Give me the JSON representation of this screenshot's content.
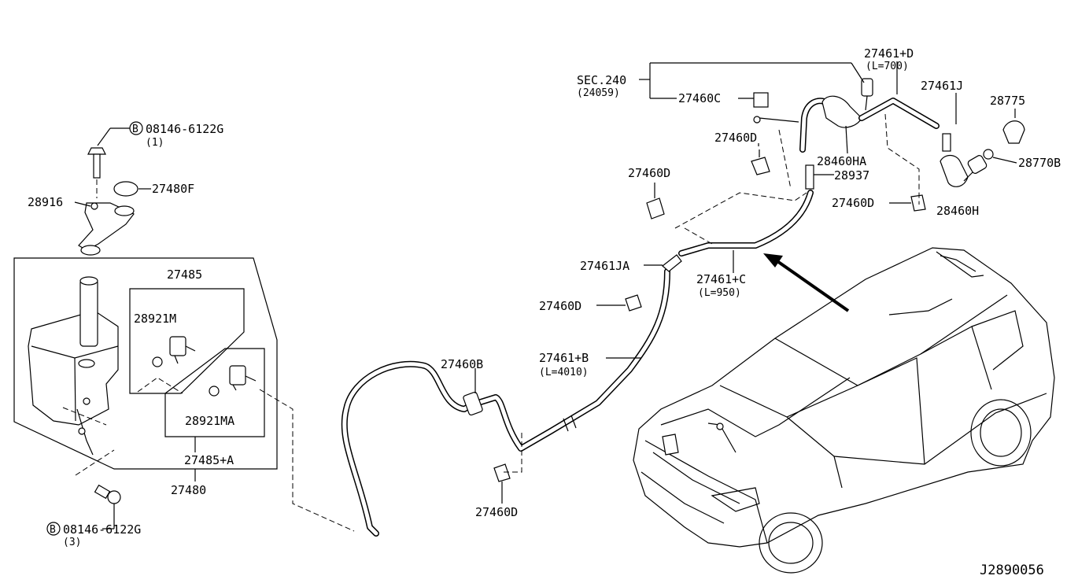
{
  "diagram_code": "J2890056",
  "callouts": {
    "bolt_top": "08146-6122G",
    "bolt_top_qty": "(1)",
    "bolt_bottom": "08146-6122G",
    "bolt_bottom_qty": "(3)",
    "bolt_marker": "B",
    "p28916": "28916",
    "p27480F": "27480F",
    "p27485": "27485",
    "p28921M": "28921M",
    "p28921MA": "28921MA",
    "p27485A": "27485+A",
    "p27480": "27480",
    "p27460B": "27460B",
    "p27461B": "27461+B",
    "p27461B_len": "(L=4010)",
    "p27460D_mid": "27460D",
    "p27460D_bottom": "27460D",
    "p27461JA": "27461JA",
    "p27461C": "27461+C",
    "p27461C_len": "(L=950)",
    "p27460D_upper": "27460D",
    "p27460D_right": "27460D",
    "p27460D_far": "27460D",
    "sec": "SEC.240",
    "sec_sub": "(24059)",
    "p27460C": "27460C",
    "p28460HA": "28460HA",
    "p28937": "28937",
    "p27461D": "27461+D",
    "p27461D_len": "(L=700)",
    "p27461J": "27461J",
    "p28775": "28775",
    "p28770B": "28770B",
    "p28460H": "28460H"
  }
}
